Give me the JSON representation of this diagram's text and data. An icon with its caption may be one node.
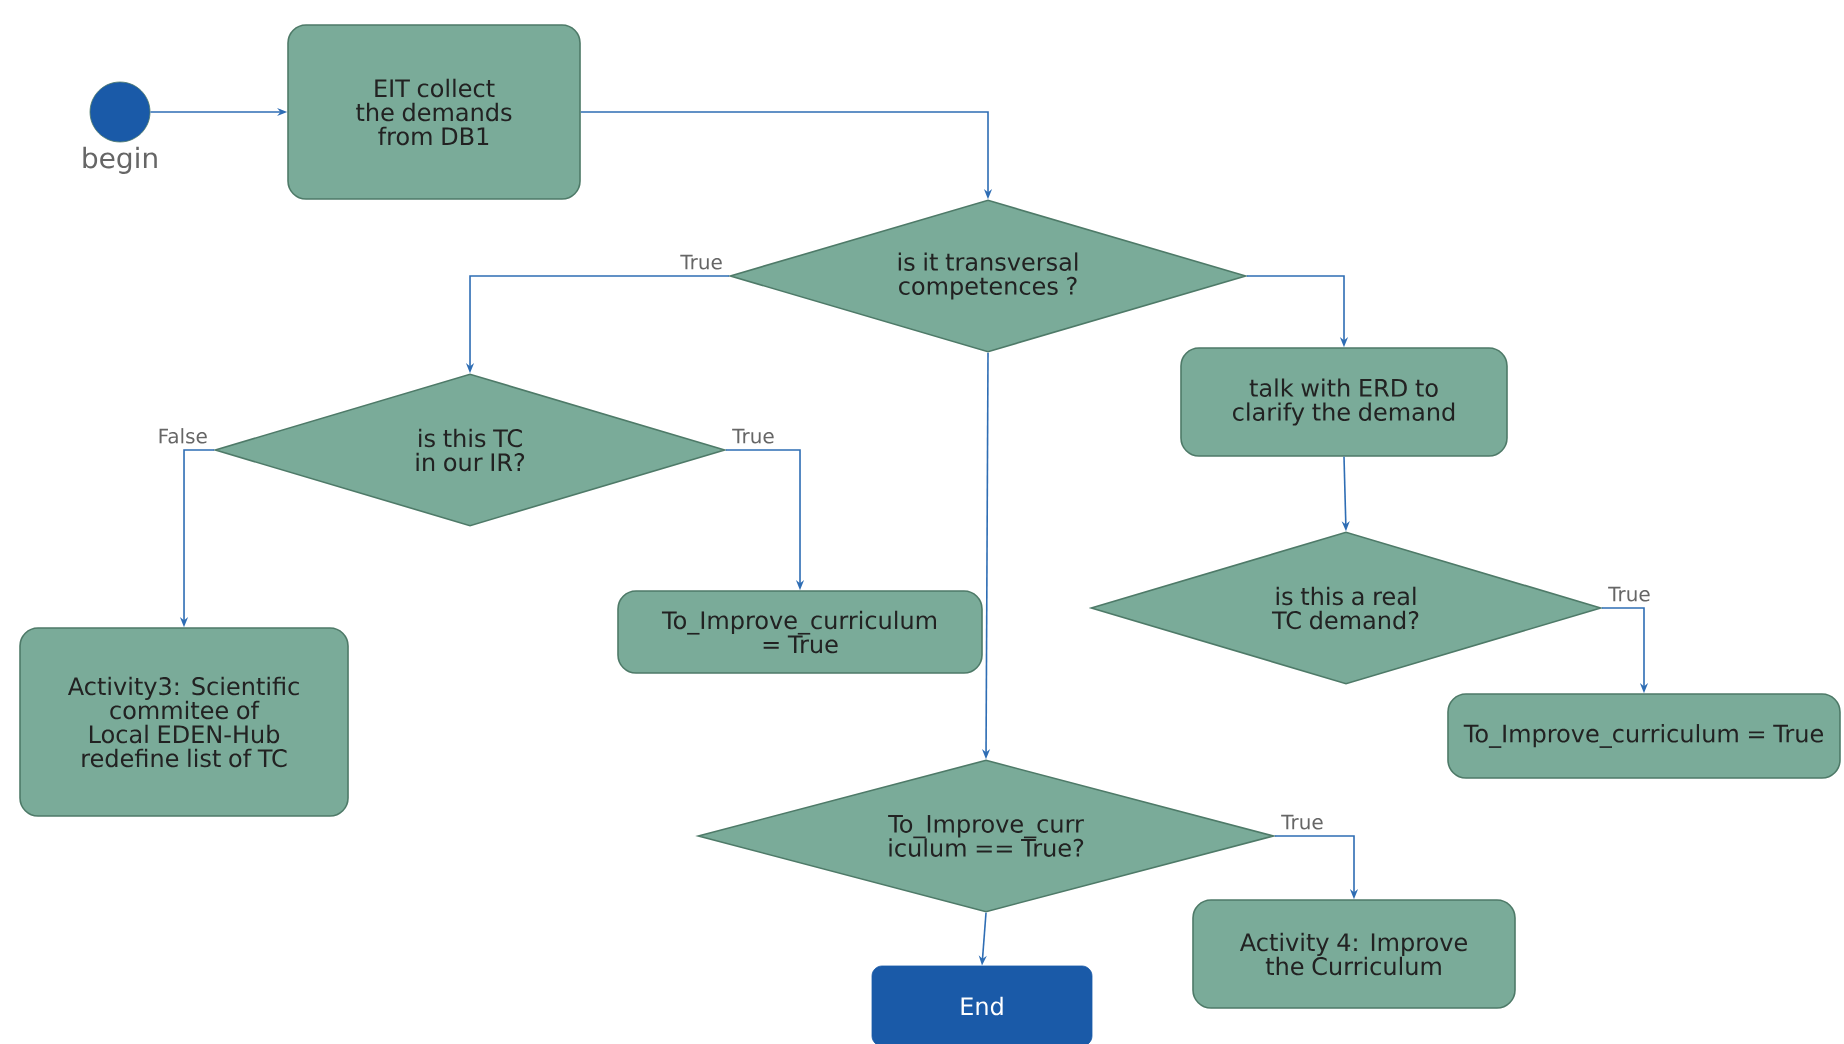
{
  "diagram": {
    "nodes": [
      {
        "text": [],
        "shape": "circle",
        "beside": [
          "begin"
        ]
      },
      {
        "text": [
          "EIT collect the demands from DB1"
        ]
      },
      {
        "text": [
          "is it transversal competences ?"
        ]
      },
      {
        "text": [
          "is this TC in our IR?"
        ]
      },
      {
        "text": [
          "talk with ERD to clarify the demand"
        ]
      },
      {
        "text": [
          "Activity3: Scientific commitee of Local EDEN-Hub redefine list of TC"
        ]
      },
      {
        "text": [
          "To_Improve_curriculum = True"
        ]
      },
      {
        "text": [
          "is this a real TC demand?"
        ]
      },
      {
        "text": [
          "To_Improve_curriculum = True"
        ]
      },
      {
        "text": [
          "To_Improve_curr iculum == True?"
        ]
      },
      {
        "text": [
          "Activity 4: Improve the Curriculum"
        ]
      },
      {
        "text": [
          "End"
        ]
      }
    ],
    "edges": [
      {
        "from": 0,
        "to": 1,
        "arrow": "to"
      },
      {
        "from": 1,
        "to": 2,
        "arrow": "to"
      },
      {
        "from": 2,
        "to": 3,
        "arrow": "to",
        "label": "True"
      },
      {
        "from": 2,
        "to": 4,
        "arrow": "to"
      },
      {
        "from": 2,
        "to": 9,
        "arrow": "to"
      },
      {
        "from": 3,
        "to": 5,
        "arrow": "to",
        "label": "False"
      },
      {
        "from": 3,
        "to": 6,
        "arrow": "to",
        "label": "True"
      },
      {
        "from": 4,
        "to": 7,
        "arrow": "to"
      },
      {
        "from": 7,
        "to": 8,
        "arrow": "to",
        "label": "True"
      },
      {
        "from": 9,
        "to": 10,
        "arrow": "to",
        "label": "True"
      },
      {
        "from": 9,
        "to": 11,
        "arrow": "to"
      }
    ]
  }
}
